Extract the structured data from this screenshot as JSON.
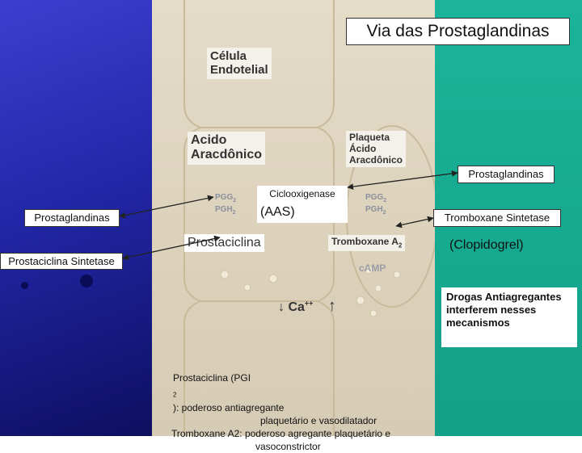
{
  "title": "Via das Prostaglandinas",
  "cell_labels": {
    "endothelial": [
      "Célula",
      "Endotelial"
    ],
    "acid_left": [
      "Acido",
      "Aracdônico"
    ],
    "platelet": [
      "Plaqueta",
      "Ácido",
      "Aracdônico"
    ],
    "prostaciclina": "Prostaciclina",
    "tromboxane": "Tromboxane A",
    "tromboxane_sub": "2",
    "camp": "cAMP",
    "ca": "↓ Ca",
    "ca_sup": "++",
    "ca_up": "↑"
  },
  "pgg_left": [
    "PGG",
    "PGH"
  ],
  "pgg_right": [
    "PGG",
    "PGH"
  ],
  "pgg_sub": "2",
  "callouts": {
    "prostaglandinas_right": "Prostaglandinas",
    "ciclooxigenase": "Ciclooxigenase",
    "aas": "(AAS)",
    "prostaglandinas_left": "Prostaglandinas",
    "tromboxane_sintetase": "Tromboxane Sintetase",
    "clopidogrel": "(Clopidogrel)",
    "prostaciclina_sintetase": "Prostaciclina Sintetase",
    "drogas": [
      "Drogas Antiagregantes",
      "interferem nesses",
      "mecanismos"
    ]
  },
  "caption": {
    "line1_a": "Prostaciclina (PGI",
    "line1_sub": "2",
    "line1_b": "): poderoso antiagregante",
    "line2": "plaquetário e vasodilatador",
    "line3": "Tromboxane A2: poderoso agregante plaquetário e",
    "line4": "vasoconstrictor"
  },
  "colors": {
    "left_panel": "#2227a8",
    "mid_panel": "#ddd3bd",
    "right_panel": "#15a98f",
    "arrow": "#222222"
  }
}
